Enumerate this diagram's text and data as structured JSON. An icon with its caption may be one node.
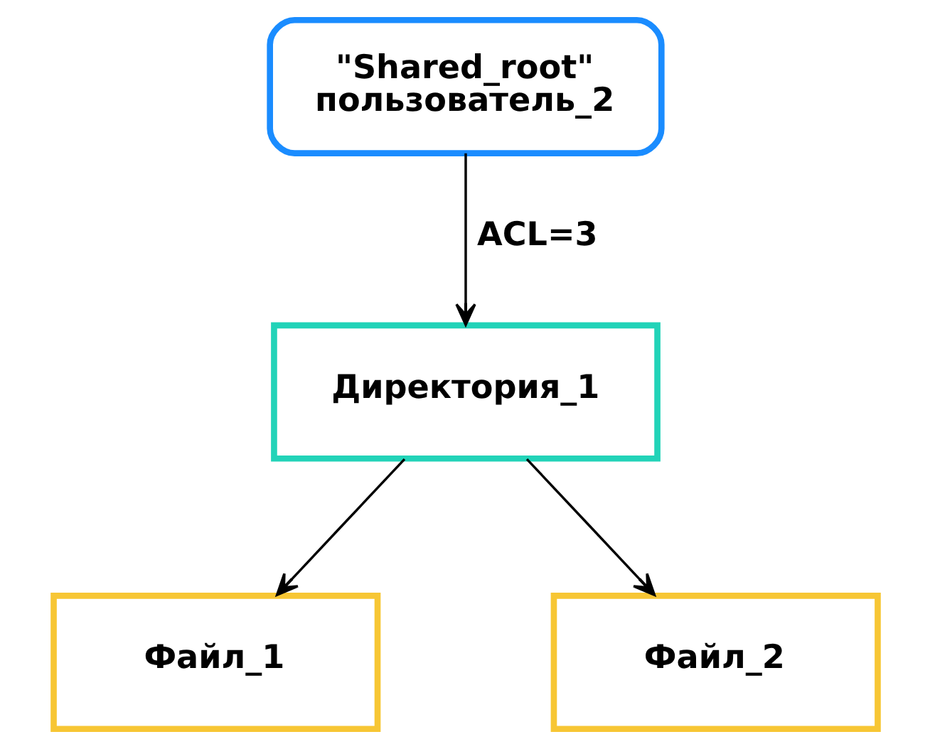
{
  "diagram": {
    "nodes": [
      {
        "text": [
          "\"Shared_root\"",
          "пользователь_2"
        ]
      },
      {
        "text": [
          "Директория_1"
        ]
      },
      {
        "text": [
          "Файл_1"
        ]
      },
      {
        "text": [
          "Файл_2"
        ]
      }
    ],
    "edges": [
      {
        "from": 0,
        "to": 1,
        "arrow": "to",
        "label": "ACL=3"
      },
      {
        "from": 1,
        "to": 2,
        "arrow": "to"
      },
      {
        "from": 1,
        "to": 3,
        "arrow": "to"
      }
    ]
  }
}
